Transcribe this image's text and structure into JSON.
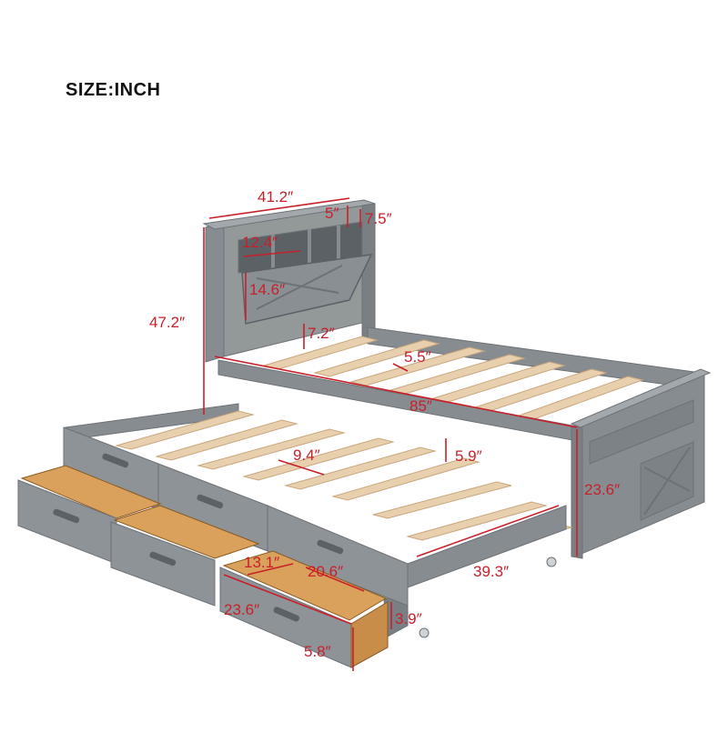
{
  "title": "SIZE:INCH",
  "colors": {
    "frame": "#878c91",
    "frame_dark": "#6d7277",
    "frame_light": "#a3a8ad",
    "slat": "#e8cfae",
    "slat_edge": "#c9a77e",
    "drawer_wood": "#d9a15c",
    "dimension": "#c8202a"
  },
  "dimensions": {
    "headboard_width": "41.2″",
    "shelf_depth": "5″",
    "shelf_height": "7.5″",
    "compartment_width": "12.4″",
    "compartment_height": "14.6″",
    "headboard_height": "47.2″",
    "headboard_clearance": "7.2″",
    "slat_gap": "5.5″",
    "bed_length": "85″",
    "trundle_slat_gap": "9.4″",
    "trundle_drop": "5.9″",
    "footboard_height": "23.6″",
    "drawer_width": "23.6″",
    "drawer_inner_width": "13.1″",
    "drawer_depth": "20.6″",
    "trundle_width": "39.3″",
    "drawer_inner_height": "3.9″",
    "drawer_height": "5.8″"
  }
}
